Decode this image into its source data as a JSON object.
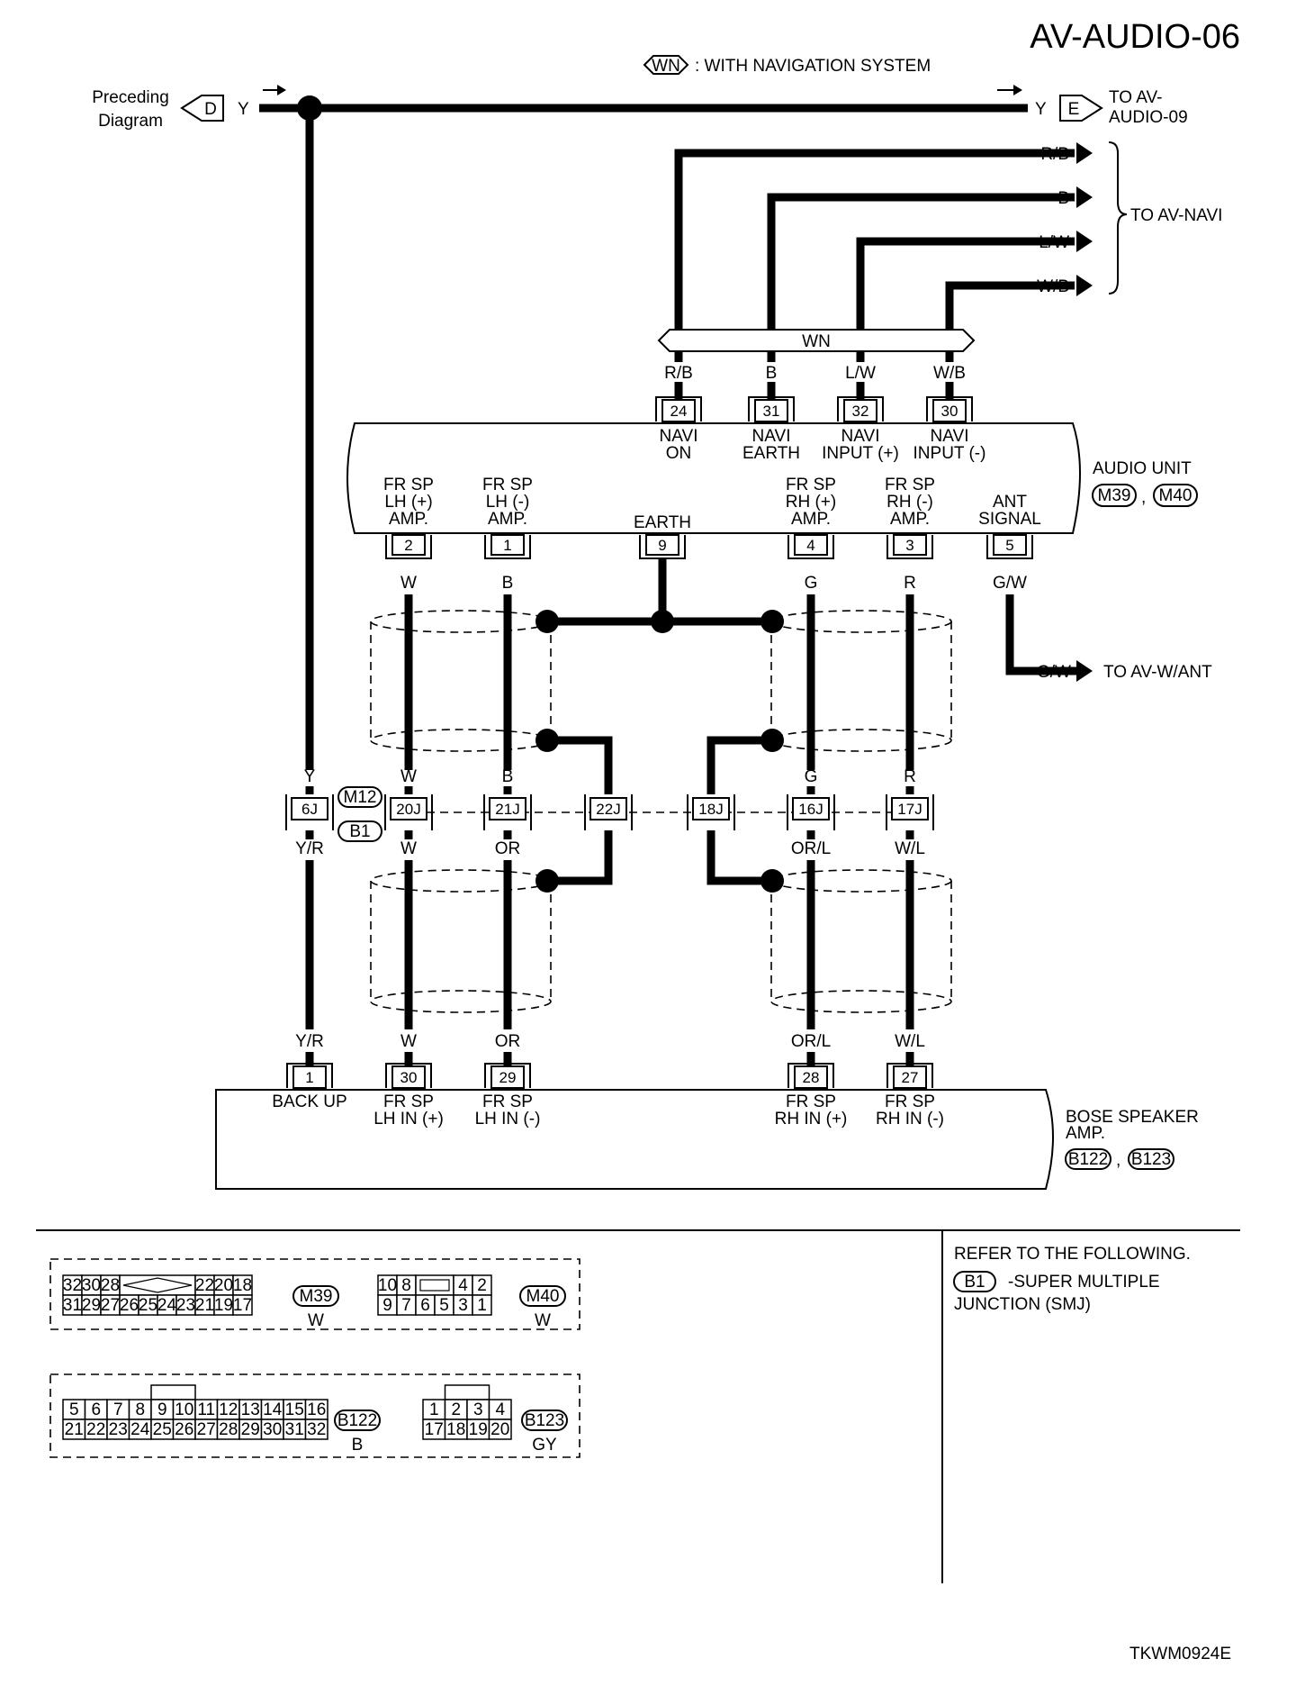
{
  "page": {
    "title": "AV-AUDIO-06",
    "legend_code": "WN",
    "legend_text": ": WITH NAVIGATION SYSTEM",
    "preceding_line1": "Preceding",
    "preceding_line2": "Diagram",
    "connector_d": "D",
    "connector_e": "E",
    "wire_y": "Y",
    "to_av_audio_line1": "TO AV-",
    "to_av_audio_line2": "AUDIO-09",
    "to_av_navi": "TO AV-NAVI",
    "navi_wires": [
      "R/B",
      "B",
      "L/W",
      "W/B"
    ],
    "wn_label": "WN",
    "audio_unit": {
      "name": "AUDIO UNIT",
      "connectors": [
        "M39",
        "M40"
      ],
      "top_pins": [
        {
          "wire": "R/B",
          "pin": "24",
          "line1": "NAVI",
          "line2": "ON"
        },
        {
          "wire": "B",
          "pin": "31",
          "line1": "NAVI",
          "line2": "EARTH"
        },
        {
          "wire": "L/W",
          "pin": "32",
          "line1": "NAVI",
          "line2": "INPUT (+)"
        },
        {
          "wire": "W/B",
          "pin": "30",
          "line1": "NAVI",
          "line2": "INPUT (-)"
        }
      ],
      "bottom_pins": [
        {
          "pin": "2",
          "wire": "W",
          "lines": [
            "FR SP",
            "LH (+)",
            "AMP."
          ]
        },
        {
          "pin": "1",
          "wire": "B",
          "lines": [
            "FR SP",
            "LH (-)",
            "AMP."
          ]
        },
        {
          "pin": "9",
          "wire": "",
          "lines": [
            "EARTH"
          ]
        },
        {
          "pin": "4",
          "wire": "G",
          "lines": [
            "FR SP",
            "RH (+)",
            "AMP."
          ]
        },
        {
          "pin": "3",
          "wire": "R",
          "lines": [
            "FR SP",
            "RH (-)",
            "AMP."
          ]
        },
        {
          "pin": "5",
          "wire": "G/W",
          "lines": [
            "ANT",
            "SIGNAL"
          ]
        }
      ]
    },
    "ant_wire": "G/W",
    "to_av_w_ant": "TO AV-W/ANT",
    "junction": {
      "connectors": [
        "M12",
        "B1"
      ],
      "pins": [
        {
          "pin": "6J",
          "above": "Y",
          "below": "Y/R"
        },
        {
          "pin": "20J",
          "above": "W",
          "below": "W"
        },
        {
          "pin": "21J",
          "above": "B",
          "below": "OR"
        },
        {
          "pin": "22J",
          "above": "",
          "below": ""
        },
        {
          "pin": "18J",
          "above": "",
          "below": ""
        },
        {
          "pin": "16J",
          "above": "G",
          "below": "OR/L"
        },
        {
          "pin": "17J",
          "above": "R",
          "below": "W/L"
        }
      ]
    },
    "bose": {
      "name_line1": "BOSE SPEAKER",
      "name_line2": "AMP.",
      "connectors": [
        "B122",
        "B123"
      ],
      "pins": [
        {
          "pin": "1",
          "wire": "Y/R",
          "lines": [
            "BACK UP"
          ]
        },
        {
          "pin": "30",
          "wire": "W",
          "lines": [
            "FR SP",
            "LH IN (+)"
          ]
        },
        {
          "pin": "29",
          "wire": "OR",
          "lines": [
            "FR SP",
            "LH IN (-)"
          ]
        },
        {
          "pin": "28",
          "wire": "OR/L",
          "lines": [
            "FR SP",
            "RH IN (+)"
          ]
        },
        {
          "pin": "27",
          "wire": "W/L",
          "lines": [
            "FR SP",
            "RH IN (-)"
          ]
        }
      ]
    },
    "connector_views": {
      "m39": {
        "id": "M39",
        "color": "W",
        "top": [
          "32",
          "30",
          "28",
          "22",
          "20",
          "18"
        ],
        "bottom": [
          "31",
          "29",
          "27",
          "26",
          "25",
          "24",
          "23",
          "21",
          "19",
          "17"
        ]
      },
      "m40": {
        "id": "M40",
        "color": "W",
        "top": [
          "10",
          "8",
          "4",
          "2"
        ],
        "bottom": [
          "9",
          "7",
          "6",
          "5",
          "3",
          "1"
        ]
      },
      "b122": {
        "id": "B122",
        "color": "B",
        "top": [
          "5",
          "6",
          "7",
          "8",
          "9",
          "10",
          "11",
          "12",
          "13",
          "14",
          "15",
          "16"
        ],
        "bottom": [
          "21",
          "22",
          "23",
          "24",
          "25",
          "26",
          "27",
          "28",
          "29",
          "30",
          "31",
          "32"
        ]
      },
      "b123": {
        "id": "B123",
        "color": "GY",
        "top": [
          "1",
          "2",
          "3",
          "4"
        ],
        "bottom": [
          "17",
          "18",
          "19",
          "20"
        ]
      }
    },
    "refer_line1": "REFER TO THE FOLLOWING.",
    "refer_code": "B1",
    "refer_line2": "-SUPER MULTIPLE",
    "refer_line3": "JUNCTION (SMJ)",
    "footer_code": "TKWM0924E"
  }
}
